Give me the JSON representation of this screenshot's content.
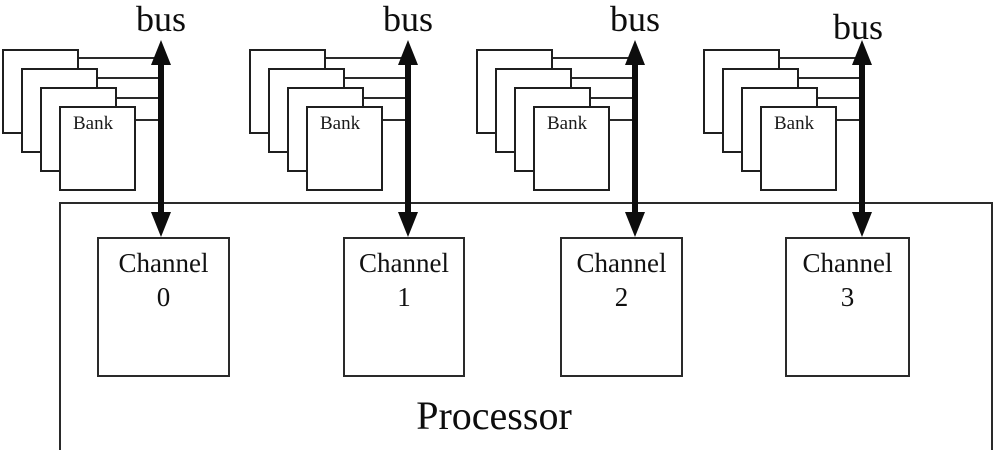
{
  "diagram": {
    "processor_label": "Processor",
    "groups": [
      {
        "bus_label": "bus",
        "bank_label": "Bank",
        "channel_word": "Channel",
        "channel_number": "0"
      },
      {
        "bus_label": "bus",
        "bank_label": "Bank",
        "channel_word": "Channel",
        "channel_number": "1"
      },
      {
        "bus_label": "bus",
        "bank_label": "Bank",
        "channel_word": "Channel",
        "channel_number": "2"
      },
      {
        "bus_label": "bus",
        "bank_label": "Bank",
        "channel_word": "Channel",
        "channel_number": "3"
      }
    ],
    "colors": {
      "line": "#1a1a1a",
      "background": "#ffffff"
    }
  }
}
